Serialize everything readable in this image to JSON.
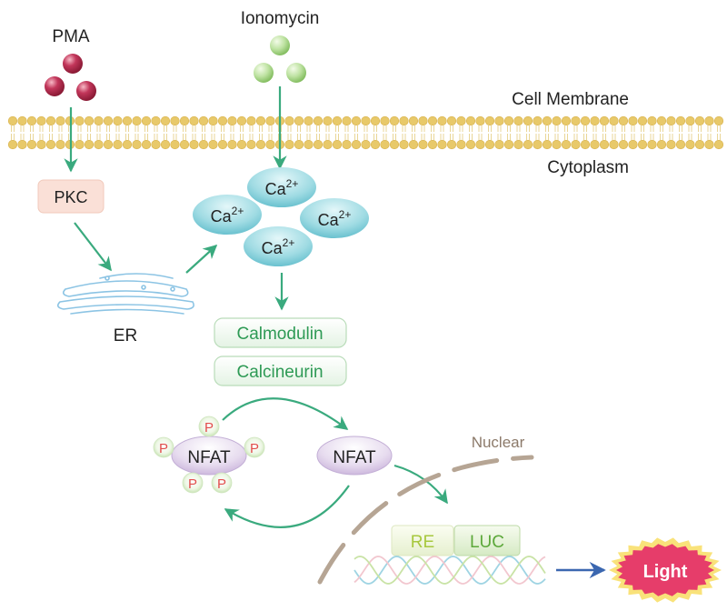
{
  "labels": {
    "pma": "PMA",
    "ionomycin": "Ionomycin",
    "cell_membrane": "Cell Membrane",
    "cytoplasm": "Cytoplasm",
    "pkc": "PKC",
    "er": "ER",
    "ca_base": "Ca",
    "ca_charge": "2+",
    "calmodulin": "Calmodulin",
    "calcineurin": "Calcineurin",
    "nfat": "NFAT",
    "phosphate": "P",
    "nuclear": "Nuclear",
    "re": "RE",
    "luc": "LUC",
    "light": "Light"
  },
  "colors": {
    "arrow_green": "#3aaa7e",
    "arrow_blue": "#3b67b0",
    "membrane": "#e8c96a",
    "pma_ball": "#b5294a",
    "ionomycin_ball": "#a9d68a",
    "calcium": "#8fd3dd",
    "text_green": "#2e9a55",
    "pkc_box": "#fae0d7",
    "nfat": "#d8c4e6",
    "phosphate_text": "#e24d4d",
    "nuclear_line": "#b6a594",
    "re_text": "#a7c83e",
    "luc_text": "#5ca83a",
    "light_fill": "#e63d6a",
    "light_glow": "#f9e27a",
    "er_line": "#8cc4e4"
  }
}
